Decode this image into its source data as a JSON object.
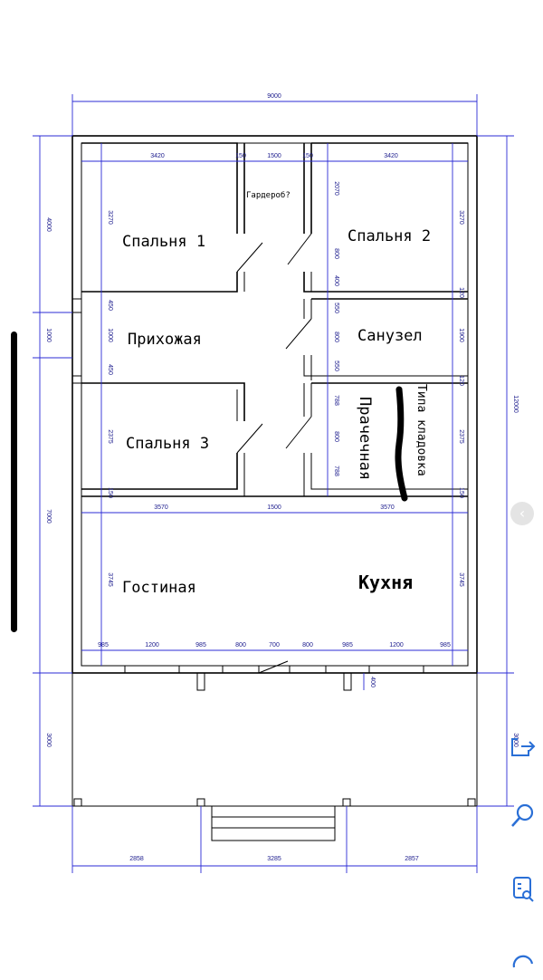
{
  "rooms": {
    "bedroom1": "Спальня 1",
    "bedroom2": "Спальня 2",
    "bedroom3": "Спальня 3",
    "hallway": "Прихожая",
    "bathroom": "Санузел",
    "laundry": "Прачечная",
    "wardrobe": "Гардероб?",
    "closet_note": "Типа кладовка",
    "living_room": "Гостиная",
    "kitchen": "Кухня"
  },
  "dimensions": {
    "total_width": "9000",
    "total_height": "12000",
    "left_4000": "4000",
    "left_1000": "1000",
    "left_7000": "7000",
    "left_3000": "3000",
    "right_3000": "3000",
    "top_3420_l": "3420",
    "top_150_l": "150",
    "top_1500": "1500",
    "top_150_r": "150",
    "top_3420_r": "3420",
    "v_3270_l": "3270",
    "v_3270_r": "3270",
    "v_2070": "2070",
    "v_800_a": "800",
    "v_400": "400",
    "v_550_a": "550",
    "v_800_b": "800",
    "v_550_b": "550",
    "v_788_a": "788",
    "v_800_c": "800",
    "v_788_b": "788",
    "v_120_a": "120",
    "v_1900": "1900",
    "v_120_b": "120",
    "v_2375_r": "2375",
    "v_150_r": "150",
    "v_450_a": "450",
    "v_1000": "1000",
    "v_450_b": "450",
    "v_2375_l": "2375",
    "v_150_l": "150",
    "mid_3570_l": "3570",
    "mid_1500": "1500",
    "mid_3570_r": "3570",
    "v_3745_l": "3745",
    "v_3745_r": "3745",
    "win_985_a": "985",
    "win_1200_a": "1200",
    "win_985_b": "985",
    "win_800_a": "800",
    "win_700": "700",
    "win_800_b": "800",
    "win_985_c": "985",
    "win_1200_b": "1200",
    "win_985_d": "985",
    "v_400_porch": "400",
    "bot_2858": "2858",
    "bot_3285": "3285",
    "bot_2857": "2857"
  },
  "ui": {
    "prev_arrow": "‹",
    "icons": [
      "share-icon",
      "search-icon",
      "lens-icon",
      "refresh-icon"
    ]
  }
}
